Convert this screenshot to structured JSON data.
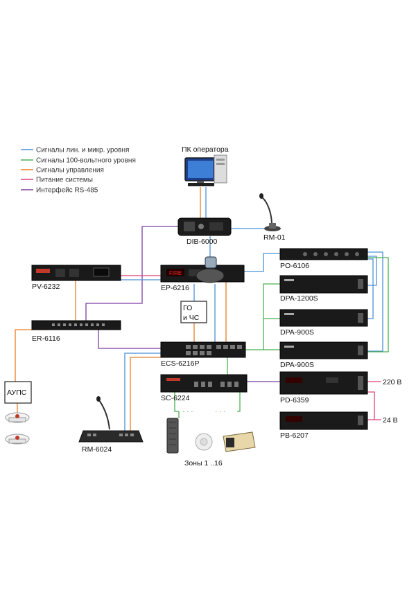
{
  "legend": [
    {
      "label": "Сигналы лин. и микр. уровня",
      "color": "#4a90d9"
    },
    {
      "label": "Сигналы 100-вольтного уровня",
      "color": "#4caf50"
    },
    {
      "label": "Сигналы управления",
      "color": "#e67e22"
    },
    {
      "label": "Питание системы",
      "color": "#e0407a"
    },
    {
      "label": "Интерфейс RS-485",
      "color": "#7b3fa0"
    }
  ],
  "nodes": {
    "pc": "ПК оператора",
    "dib": "DIB-6000",
    "rm01": "RM-01",
    "pv": "PV-6232",
    "ep": "EP-6216",
    "po": "PO-6106",
    "dpa1": "DPA-1200S",
    "dpa2": "DPA-900S",
    "dpa3": "DPA-900S",
    "go": "ГО\nи ЧС",
    "er": "ER-6116",
    "ecs": "ECS-6216P",
    "sc": "SC-6224",
    "pd": "PD-6359",
    "pb": "PB-6207",
    "aups": "АУПС",
    "rm6024": "RM-6024",
    "zones": "Зоны 1 ..16",
    "v220": "220 В",
    "v24": "24 В",
    "ep_display": "FIRE"
  }
}
